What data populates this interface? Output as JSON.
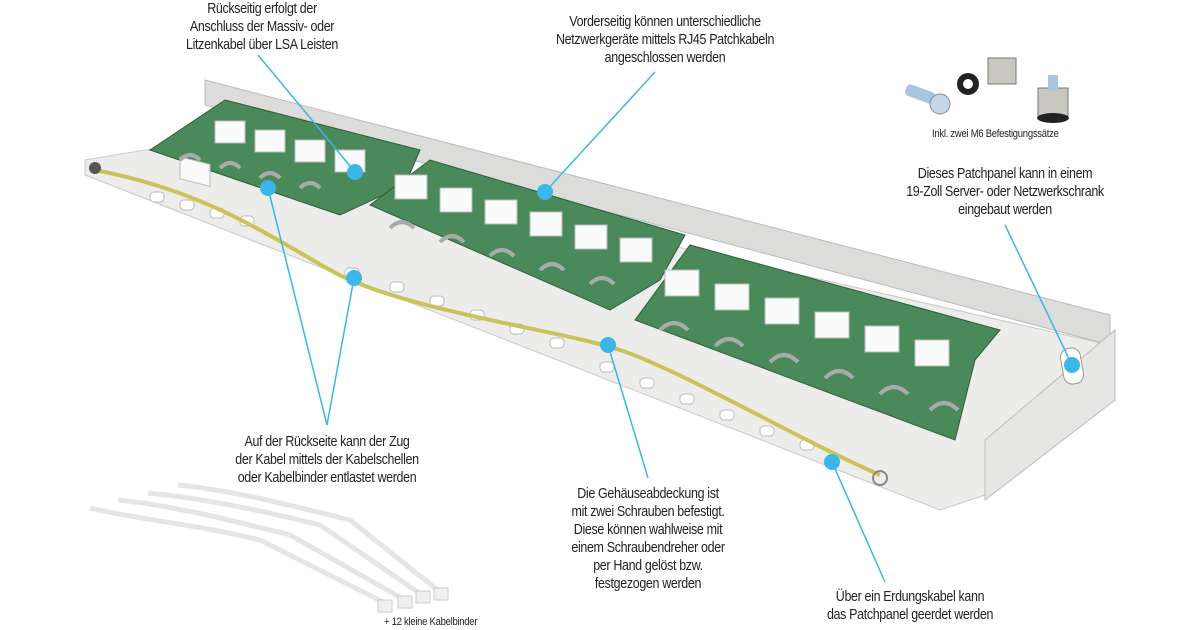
{
  "callouts": {
    "rear_connection": [
      "Rückseitig erfolgt der",
      "Anschluss der Massiv- oder",
      "Litzenkabel über LSA Leisten"
    ],
    "front_ports": [
      "Vorderseitig können unterschiedliche",
      "Netzwerkgeräte mittels RJ45 Patchkabeln",
      "angeschlossen werden"
    ],
    "rack_mount": [
      "Dieses Patchpanel kann in einem",
      "19-Zoll Server- oder Netzwerkschrank",
      "eingebaut werden"
    ],
    "strain_relief": [
      "Auf der Rückseite kann der Zug",
      "der Kabel mittels der Kabelschellen",
      "oder Kabelbinder entlastet werden"
    ],
    "cover_screws": [
      "Die Gehäuseabdeckung ist",
      "mit zwei Schrauben befestigt.",
      "Diese können wahlweise mit",
      "einem Schraubendreher oder",
      "per Hand gelöst bzw.",
      "festgezogen werden"
    ],
    "grounding": [
      "Über ein Erdungskabel kann",
      "das Patchpanel geerdet werden"
    ]
  },
  "accessories": {
    "mounting_kit": "Inkl. zwei M6 Befestigungssätze",
    "cable_ties": "+ 12 kleine Kabelbinder"
  },
  "colors": {
    "marker": "#3bb6e8",
    "ground_cable": "#c9c45a",
    "panel": "#e4e4e2",
    "pcb": "#3f7a4f"
  }
}
